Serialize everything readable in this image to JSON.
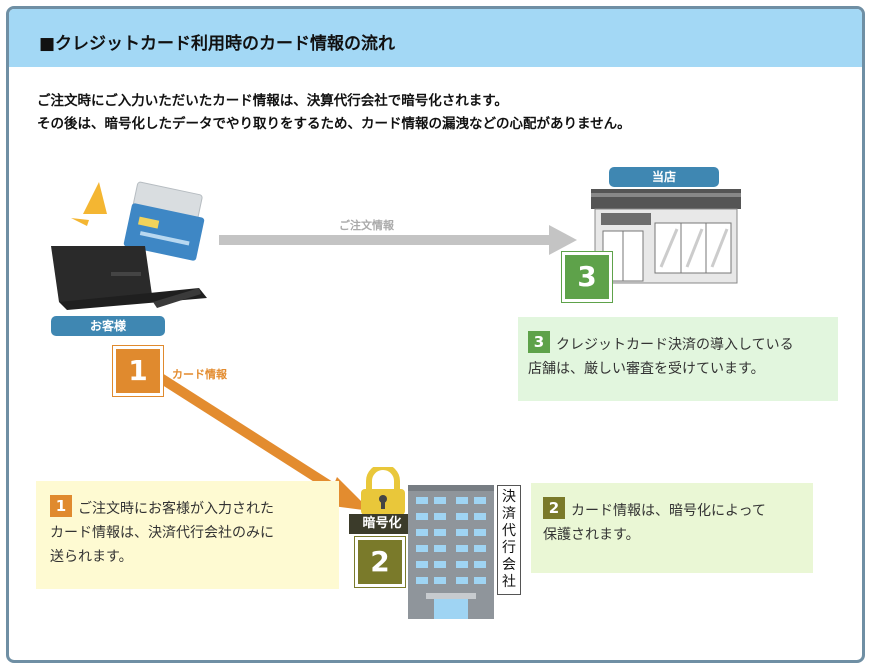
{
  "title": "■クレジットカード利用時のカード情報の流れ",
  "intro": {
    "line1": "ご注文時にご入力いただいたカード情報は、決算代行会社で暗号化されます。",
    "line2": "その後は、暗号化したデータでやり取りをするため、カード情報の漏洩などの心配がありません。"
  },
  "labels": {
    "customer": "お客様",
    "store": "当店",
    "order_info": "ご注文情報",
    "card_info": "カード情報",
    "encryption": "暗号化",
    "processor": [
      "決",
      "済",
      "代",
      "行",
      "会",
      "社"
    ]
  },
  "badges": {
    "step1": "1",
    "step2": "2",
    "step3": "3"
  },
  "steps": {
    "s1": {
      "num": "1",
      "line1": "ご注文時にお客様が入力された",
      "line2": "カード情報は、決済代行会社のみに",
      "line3": "送られます。"
    },
    "s2": {
      "num": "2",
      "line1": "カード情報は、暗号化によって",
      "line2": "保護されます。"
    },
    "s3": {
      "num": "3",
      "line1": "クレジットカード決済の導入している",
      "line2": "店舗は、厳しい審査を受けています。"
    }
  },
  "colors": {
    "header": "#a3d8f5",
    "step1": "#e08a2e",
    "step2": "#7a7a2a",
    "step3": "#5ea24a",
    "pill": "#3f87b2",
    "arrow_gray": "#c4c4c4"
  }
}
